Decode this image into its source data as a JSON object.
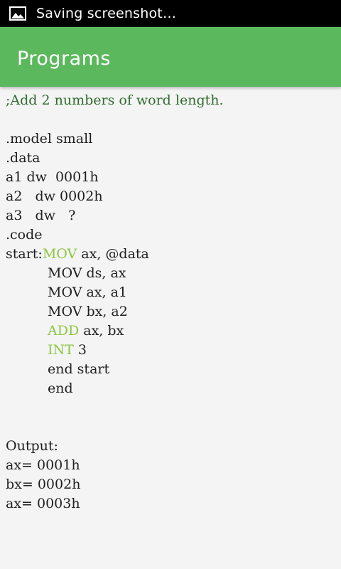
{
  "status_bar": {
    "text": "Saving screenshot…",
    "icon": "image-icon"
  },
  "app_bar": {
    "title": "Programs"
  },
  "code": {
    "comment": ";Add 2 numbers of word length.",
    "model": ".model small",
    "data_dir": ".data",
    "a1": "a1 dw  0001h",
    "a2": "a2   dw 0002h",
    "a3": "a3   dw   ?",
    "code_dir": ".code",
    "start_label": "start:",
    "mov_kw": "MOV",
    "mov_args": " ax, @data",
    "mov_ds": "MOV ds, ax",
    "mov_ax": "MOV ax, a1",
    "mov_bx": "MOV bx, a2",
    "add_kw": "ADD",
    "add_args": " ax, bx",
    "int_kw": "INT",
    "int_args": " 3",
    "end_start": "end start",
    "end": "end"
  },
  "output": {
    "label": "Output:",
    "line1": "ax= 0001h",
    "line2": "bx= 0002h",
    "line3": "ax= 0003h"
  },
  "colors": {
    "status_bar": "#000000",
    "app_bar": "#5cb85c",
    "keyword": "#8cc63f",
    "comment": "#2f6b2f",
    "background": "#f4f4f4"
  }
}
